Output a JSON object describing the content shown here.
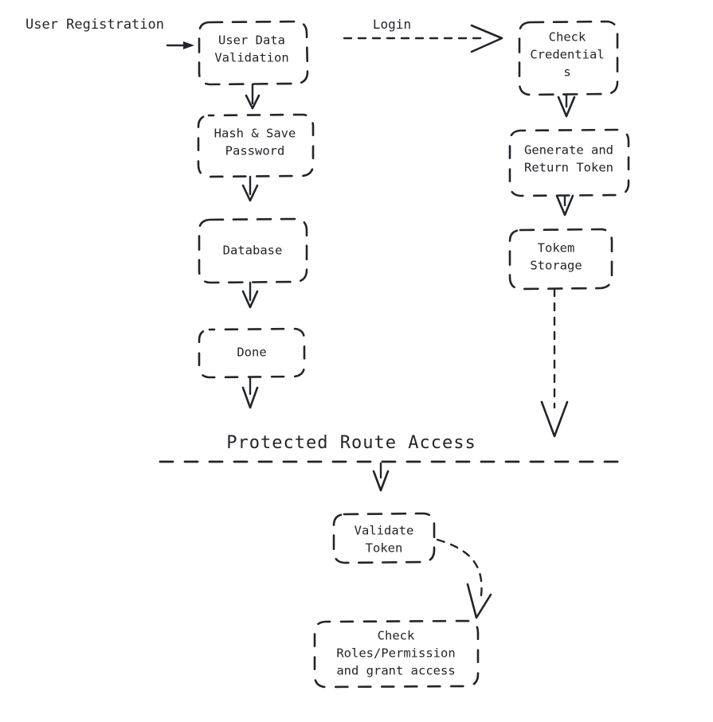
{
  "diagram": {
    "title_section": "Protected Route Access",
    "entry_label": "User Registration",
    "edge_labels": {
      "login": "Login"
    },
    "nodes": [
      {
        "id": "user-data-validation",
        "lines": [
          "User Data",
          "Validation"
        ]
      },
      {
        "id": "hash-save-password",
        "lines": [
          "Hash & Save",
          "Password"
        ]
      },
      {
        "id": "database",
        "lines": [
          "Database"
        ]
      },
      {
        "id": "done",
        "lines": [
          "Done"
        ]
      },
      {
        "id": "check-credentials",
        "lines": [
          "Check",
          "Credential",
          "s"
        ]
      },
      {
        "id": "generate-return-token",
        "lines": [
          "Generate and",
          "Return Token"
        ]
      },
      {
        "id": "tokem-storage",
        "lines": [
          "Tokem",
          "Storage"
        ]
      },
      {
        "id": "validate-token",
        "lines": [
          "Validate",
          "Token"
        ]
      },
      {
        "id": "check-roles-permission",
        "lines": [
          "Check",
          "Roles/Permission",
          "and grant access"
        ]
      }
    ],
    "colors": {
      "stroke": "#22252a",
      "background": "#ffffff"
    }
  }
}
